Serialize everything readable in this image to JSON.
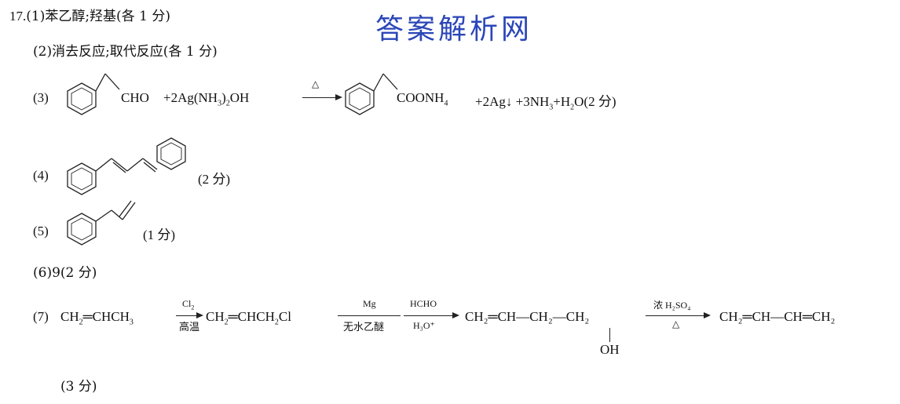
{
  "watermark": "答案解析网",
  "q1": {
    "label": "17.",
    "text": "(1)苯乙醇;羟基(各 1 分)"
  },
  "q2": {
    "text": "(2)消去反应;取代反应(各 1 分)"
  },
  "q3": {
    "label": "(3)",
    "reactant_group": "CHO",
    "reagent": "+2Ag(NH",
    "reagent_sub": "3",
    "reagent_end": ")",
    "reagent_sub2": "2",
    "reagent_oh": "OH",
    "condition": "△",
    "product_group": "COONH",
    "product_sub": "4",
    "products_rest": "+2Ag↓ +3NH",
    "nh3_sub": "3",
    "water_h": "+H",
    "water_sub": "2",
    "water_o": "O(2 分)"
  },
  "q4": {
    "label": "(4)",
    "score": "(2 分)"
  },
  "q5": {
    "label": "(5)",
    "score": "(1 分)"
  },
  "q6": {
    "text": "(6)9(2 分)"
  },
  "q7": {
    "label": "(7)",
    "s1": "CH",
    "s1_sub": "2",
    "s1_rest": "═CHCH",
    "s1_sub2": "3",
    "arrow1_top": "Cl",
    "arrow1_top_sub": "2",
    "arrow1_bottom": "高温",
    "s2": "CH",
    "s2_sub": "2",
    "s2_rest": "═CHCH",
    "s2_sub2": "2",
    "s2_end": "Cl",
    "arrow2_top": "Mg",
    "arrow2_bottom": "无水乙醚",
    "arrow3_top": "HCHO",
    "arrow3_bottom": "H₃O⁺",
    "s3": "CH₂═CH—CH₂—CH₂",
    "s3_oh": "OH",
    "arrow4_top": "浓 H₂SO₄",
    "arrow4_bottom": "△",
    "s4": "CH₂═CH—CH═CH₂"
  },
  "footer": {
    "score": "(3 分)"
  }
}
